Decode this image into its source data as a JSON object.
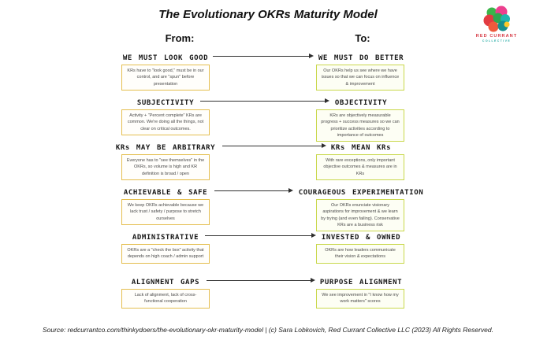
{
  "title": "The Evolutionary OKRs Maturity Model",
  "logo": {
    "name": "RED CURRANT",
    "sub": "COLLECTIVE"
  },
  "columns": {
    "from_label": "From:",
    "to_label": "To:"
  },
  "colors": {
    "from_box_border": "#E4BE4E",
    "to_box_border": "#C9D84C",
    "arrow": "#2f2f2f",
    "logo_red": "#D63A45",
    "logo_teal": "#1FA9A2"
  },
  "rows": [
    {
      "from": {
        "title": "WE MUST LOOK GOOD",
        "note": "KRs have to \"look good,\" must be in our control, and are \"spun\" before presentation"
      },
      "to": {
        "title": "WE MUST DO BETTER",
        "note": "Our OKRs help us see where we have issues so that we can focus on influence & improvement"
      }
    },
    {
      "from": {
        "title": "SUBJECTIVITY",
        "note": "Activity + \"Percent complete\" KRs are common. We're doing all the things, not clear on critical outcomes."
      },
      "to": {
        "title": "OBJECTIVITY",
        "note": "KRs are objectively measurable progress + success measures so we can prioritize activities according to importance of outcomes"
      }
    },
    {
      "from": {
        "title": "KRs MAY BE ARBITRARY",
        "note": "Everyone has to \"see themselves\" in the OKRs, so volume is high and KR definition is broad / open"
      },
      "to": {
        "title": "KRs MEAN KRs",
        "note": "With rare exceptions, only important objective outcomes & measures are in KRs"
      }
    },
    {
      "from": {
        "title": "ACHIEVABLE & SAFE",
        "note": "We keep OKRs achievable because we lack trust / safety / purpose to stretch ourselves"
      },
      "to": {
        "title": "COURAGEOUS EXPERIMENTATION",
        "note": "Our OKRs enunciate visionary aspirations for improvement & we learn by trying (and even failing). Conservative KRs are a business risk"
      }
    },
    {
      "from": {
        "title": "ADMINISTRATIVE",
        "note": "OKRs are a \"check the box\" activity that depends on high coach / admin support"
      },
      "to": {
        "title": "INVESTED & OWNED",
        "note": "OKRs are how leaders communicate their vision & expectations"
      }
    },
    {
      "from": {
        "title": "ALIGNMENT GAPS",
        "note": "Lack of alignment, lack of cross-functional cooperation"
      },
      "to": {
        "title": "PURPOSE ALIGNMENT",
        "note": "We see improvement in \"I know how my work matters\" scores"
      }
    }
  ],
  "footer": "Source: redcurrantco.com/thinkydoers/the-evolutionary-okr-maturity-model | (c) Sara Lobkovich, Red Currant Collective LLC (2023) All Rights Reserved."
}
